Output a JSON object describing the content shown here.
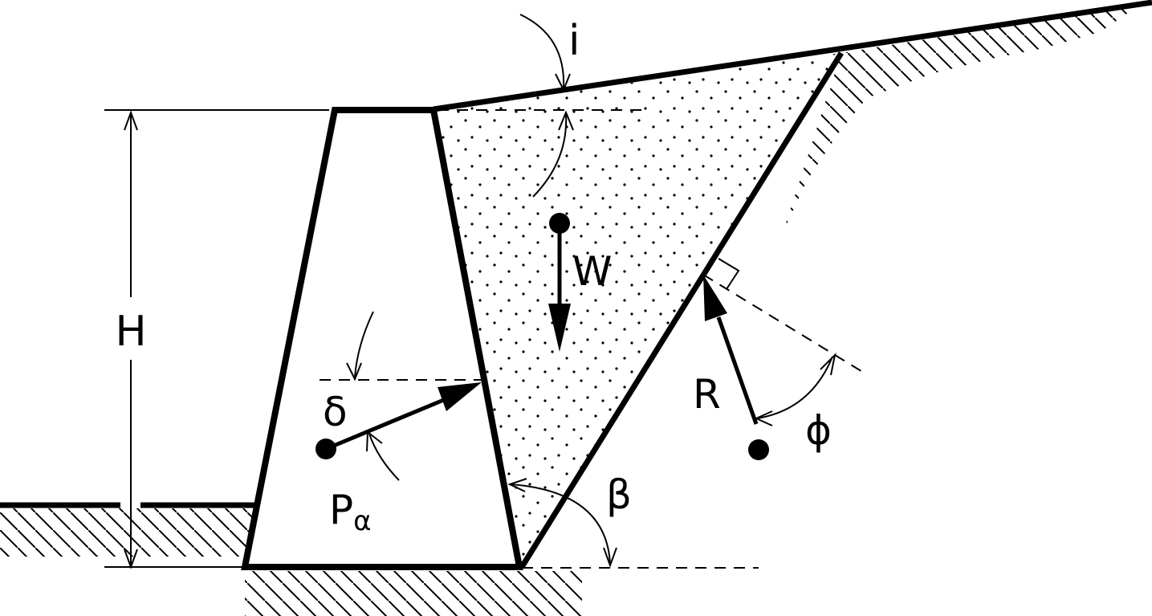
{
  "diagram": {
    "labels": {
      "slope_angle": "i",
      "wall_height": "H",
      "wedge_weight": "W",
      "wall_friction_angle": "δ",
      "active_force": "P",
      "active_force_subscript": "α",
      "reaction_force": "R",
      "soil_friction_angle": "ϕ",
      "failure_plane_angle": "β"
    },
    "colors": {
      "stroke": "#000000",
      "fill": "#ffffff",
      "sand_dots": "#000000"
    }
  }
}
